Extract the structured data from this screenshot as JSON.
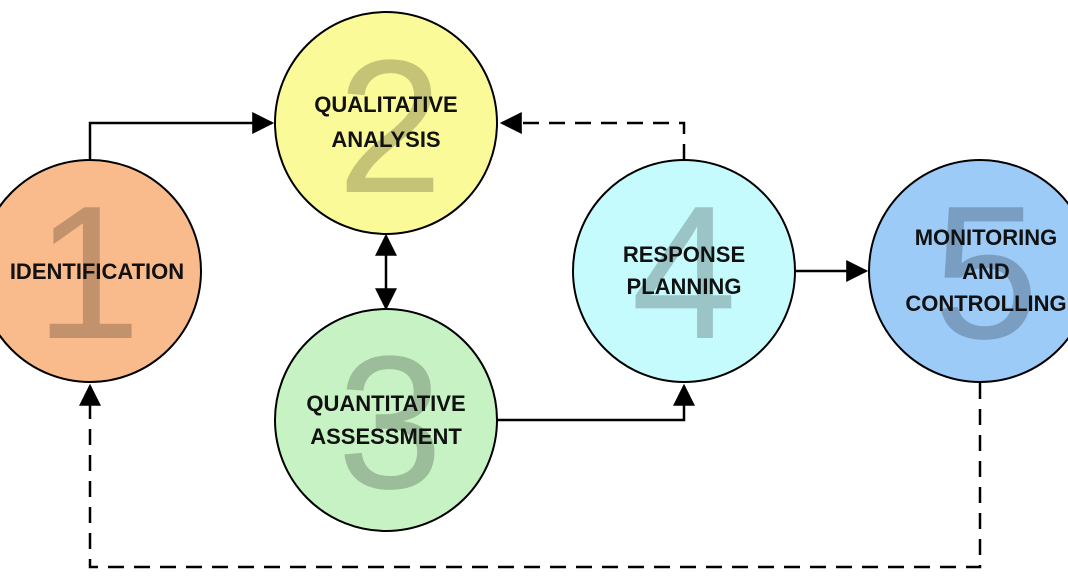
{
  "steps": [
    {
      "id": "identification",
      "number": "1",
      "lines": [
        "IDENTIFICATION"
      ],
      "color": "#f9bb8c"
    },
    {
      "id": "qualitative-analysis",
      "number": "2",
      "lines": [
        "QUALITATIVE",
        "ANALYSIS"
      ],
      "color": "#fbfa98"
    },
    {
      "id": "quantitative-assessment",
      "number": "3",
      "lines": [
        "QUANTITATIVE",
        "ASSESSMENT"
      ],
      "color": "#c7f2c4"
    },
    {
      "id": "response-planning",
      "number": "4",
      "lines": [
        "RESPONSE",
        "PLANNING"
      ],
      "color": "#c6fbfe"
    },
    {
      "id": "monitoring-and-controlling",
      "number": "5",
      "lines": [
        "MONITORING",
        "AND",
        "CONTROLLING"
      ],
      "color": "#9dcbf8"
    }
  ],
  "flows": [
    {
      "from": "identification",
      "to": "qualitative-analysis",
      "style": "solid"
    },
    {
      "from": "qualitative-analysis",
      "to": "quantitative-assessment",
      "style": "solid-bidirectional"
    },
    {
      "from": "quantitative-assessment",
      "to": "response-planning",
      "style": "solid"
    },
    {
      "from": "response-planning",
      "to": "monitoring-and-controlling",
      "style": "solid"
    },
    {
      "from": "response-planning",
      "to": "qualitative-analysis",
      "style": "dashed"
    },
    {
      "from": "monitoring-and-controlling",
      "to": "identification",
      "style": "dashed"
    }
  ]
}
